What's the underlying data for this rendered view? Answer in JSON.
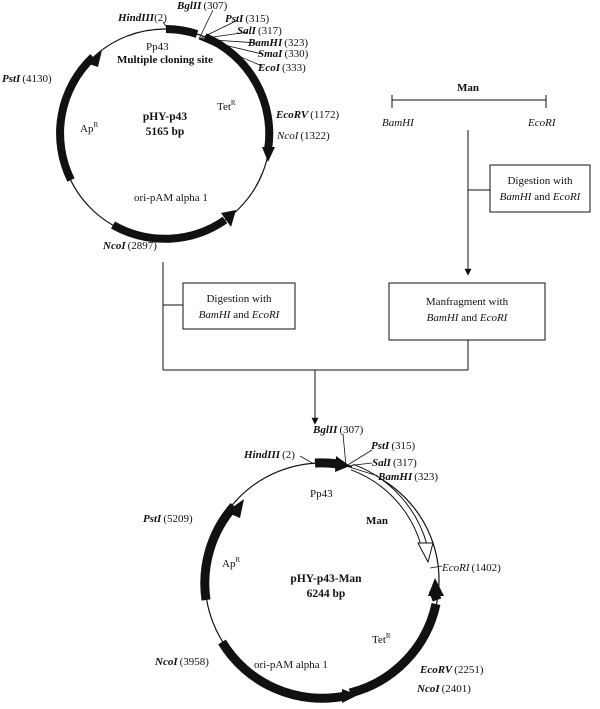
{
  "plasmid1": {
    "name": "pHY-p43",
    "size": "5165 bp",
    "promoter": "Pp43",
    "mcs": "Multiple cloning site",
    "genes": {
      "ap": "Ap",
      "tet": "Tet",
      "sup": "R",
      "ori": "ori-pAM alpha 1"
    },
    "sites": [
      {
        "enzyme": "HindIII",
        "pos": "(2)"
      },
      {
        "enzyme": "BglII",
        "pos": "(307)"
      },
      {
        "enzyme": "PstI",
        "pos": "(315)"
      },
      {
        "enzyme": "SalI",
        "pos": "(317)"
      },
      {
        "enzyme": "BamHI",
        "pos": "(323)"
      },
      {
        "enzyme": "SmaI",
        "pos": "(330)"
      },
      {
        "enzyme": "EcoI",
        "pos": "(333)"
      },
      {
        "enzyme": "EcoRV",
        "pos": "(1172)"
      },
      {
        "enzyme": "NcoI",
        "pos": "(1322)"
      },
      {
        "enzyme": "NcoI",
        "pos": "(2897)"
      },
      {
        "enzyme": "PstI",
        "pos": "(4130)"
      }
    ]
  },
  "insert": {
    "name": "Man",
    "left_end": "BamHI",
    "right_end": "EcoRI"
  },
  "steps": {
    "digest_insert": {
      "line1": "Digestion with",
      "line2_a": "BamHI",
      "line2_b": " and ",
      "line2_c": "EcoRI"
    },
    "digest_vector": {
      "line1": "Digestion with",
      "line2_a": "BamHI",
      "line2_b": " and ",
      "line2_c": "EcoRI"
    },
    "fragment": {
      "line1": "Manfragment  with",
      "line2_a": "BamHI",
      "line2_b": " and ",
      "line2_c": "EcoRI"
    }
  },
  "plasmid2": {
    "name": "pHY-p43-Man",
    "size": "6244 bp",
    "promoter": "Pp43",
    "insert": "Man",
    "genes": {
      "ap": "Ap",
      "tet": "Tet",
      "sup": "R",
      "ori": "ori-pAM alpha 1"
    },
    "sites": [
      {
        "enzyme": "HindIII",
        "pos": "(2)"
      },
      {
        "enzyme": "BglII",
        "pos": "(307)"
      },
      {
        "enzyme": "PstI",
        "pos": "(315)"
      },
      {
        "enzyme": "SalI",
        "pos": "(317)"
      },
      {
        "enzyme": "BamHI",
        "pos": "(323)"
      },
      {
        "enzyme": "EcoRI",
        "pos": "(1402)"
      },
      {
        "enzyme": "EcoRV",
        "pos": "(2251)"
      },
      {
        "enzyme": "NcoI",
        "pos": "(2401)"
      },
      {
        "enzyme": "NcoI",
        "pos": "(3958)"
      },
      {
        "enzyme": "PstI",
        "pos": "(5209)"
      }
    ]
  }
}
